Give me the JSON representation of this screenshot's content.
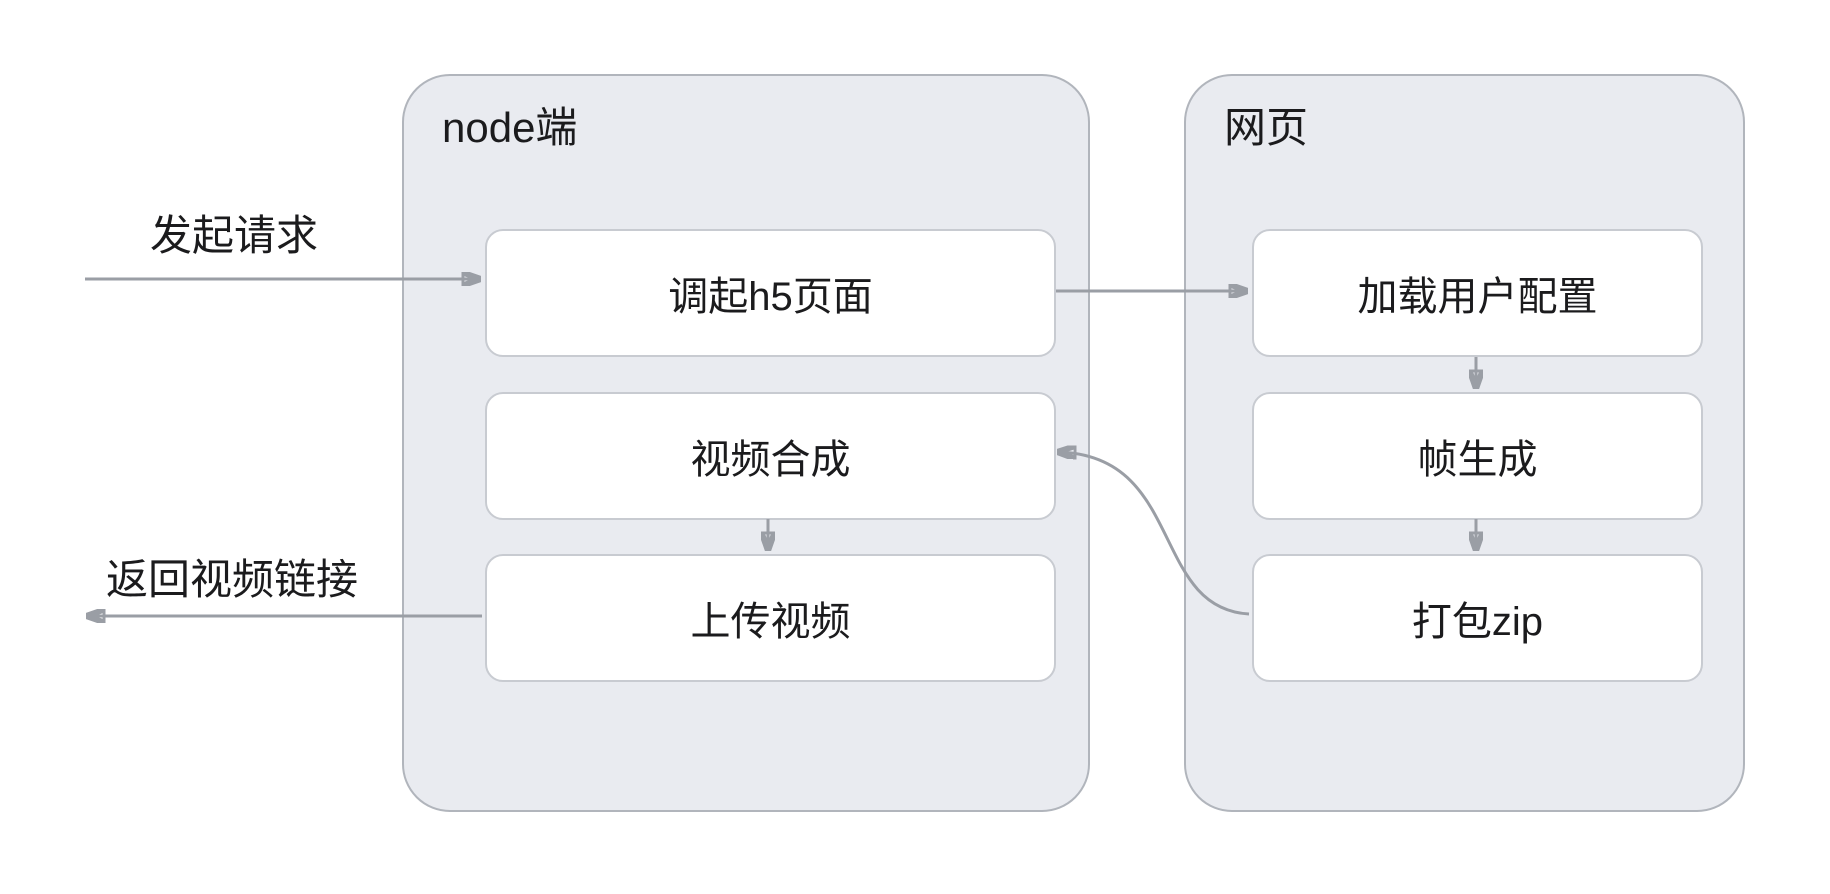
{
  "colors": {
    "page-bg": "#ffffff",
    "container-fill": "#e9ebf0",
    "container-border": "#b1b5bc",
    "box-fill": "#ffffff",
    "box-border": "#c8cbd1",
    "arrow": "#9a9ea5",
    "text": "#1b1b1d"
  },
  "labels": {
    "request": "发起请求",
    "return_link": "返回视频链接"
  },
  "containers": {
    "node": {
      "title": "node端",
      "boxes": [
        {
          "label": "调起h5页面"
        },
        {
          "label": "视频合成"
        },
        {
          "label": "上传视频"
        }
      ]
    },
    "web": {
      "title": "网页",
      "boxes": [
        {
          "label": "加载用户配置"
        },
        {
          "label": "帧生成"
        },
        {
          "label": "打包zip"
        }
      ]
    }
  },
  "flows": [
    {
      "from": null,
      "to": "调起h5页面",
      "label": "发起请求"
    },
    {
      "from": "调起h5页面",
      "to": "加载用户配置",
      "label": null
    },
    {
      "from": "加载用户配置",
      "to": "帧生成",
      "label": null
    },
    {
      "from": "帧生成",
      "to": "打包zip",
      "label": null
    },
    {
      "from": "打包zip",
      "to": "视频合成",
      "label": null
    },
    {
      "from": "视频合成",
      "to": "上传视频",
      "label": null
    },
    {
      "from": "上传视频",
      "to": null,
      "label": "返回视频链接"
    }
  ]
}
